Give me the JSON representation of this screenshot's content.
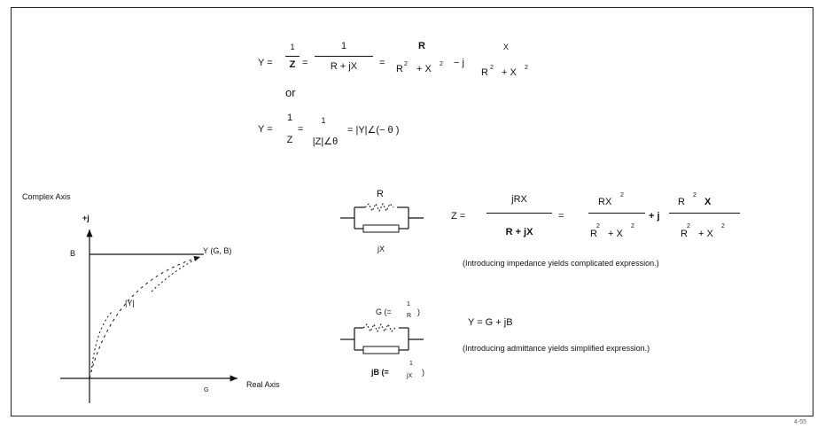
{
  "eq1": {
    "lhs": "Y =",
    "frac1_num": "1",
    "frac1_den": "Z",
    "eq_a": "=",
    "frac2_num": "1",
    "frac2_den": "R + jX",
    "eq_b": "=",
    "frac3_num": "R",
    "frac3_den_a": "R",
    "frac3_den_sup_a": "2",
    "frac3_den_b": "+ X",
    "frac3_den_sup_b": "2",
    "minus_j": "− j",
    "frac4_num": "X",
    "frac4_den_a": "R",
    "frac4_den_sup_a": "2",
    "frac4_den_b": "+ X",
    "frac4_den_sup_b": "2"
  },
  "or_label": "or",
  "eq2": {
    "lhs": "Y =",
    "frac1_num": "1",
    "frac1_den": "Z",
    "eq_a": "=",
    "frac2_num": "1",
    "frac2_den": "|Z|∠θ",
    "rhs": "= |Y|∠(− θ )"
  },
  "graph": {
    "y_axis_label": "Complex Axis",
    "plus_j": "+j",
    "b_label": "B",
    "point_label": "Y (G, B)",
    "magnitude_label": "|Y|",
    "x_axis_label": "Real Axis",
    "g_label": "G"
  },
  "circuit_series": {
    "r_label": "R",
    "jx_label": "jX"
  },
  "z_expr": {
    "lhs": "Z =",
    "frac1_num": "jRX",
    "frac1_den": "R + jX",
    "eq": "=",
    "frac2_num_a": "RX",
    "frac2_num_sup": "2",
    "frac2_den_a": "R",
    "frac2_den_sup_a": "2",
    "frac2_den_b": "+ X",
    "frac2_den_sup_b": "2",
    "plus_j": "+ j",
    "frac3_num_a": "R",
    "frac3_num_sup": "2",
    "frac3_num_b": "X",
    "frac3_den_a": "R",
    "frac3_den_sup_a": "2",
    "frac3_den_b": "+ X",
    "frac3_den_sup_b": "2",
    "note": "(Introducing impedance yields complicated expression.)"
  },
  "circuit_parallel": {
    "g_label": "G  (=",
    "g_frac_num": "1",
    "g_frac_den": "R",
    "g_close": ")",
    "jb_label": "jB  (=",
    "jb_frac_num": "1",
    "jb_frac_den": "jX",
    "jb_close": ")"
  },
  "y_expr": {
    "eq": "Y = G + jB",
    "note": "(Introducing admittance yields simplified expression.)"
  },
  "corner_code": "4-55"
}
